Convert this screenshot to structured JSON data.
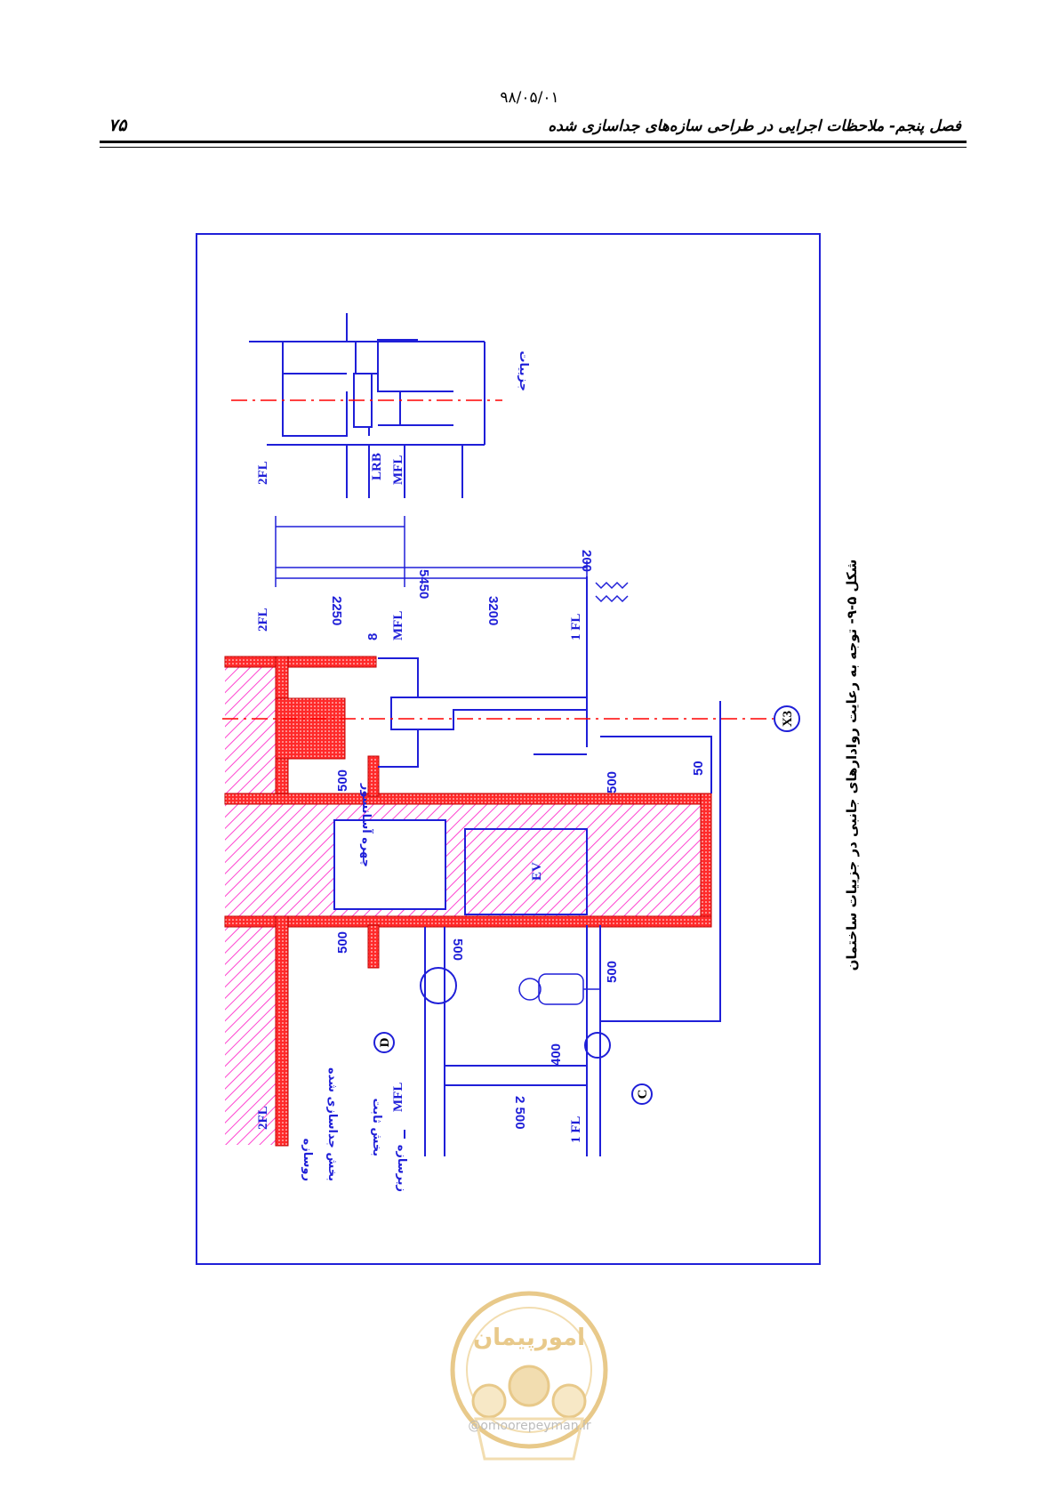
{
  "header": {
    "date": "۹۸/۰۵/۰۱",
    "chapter_title": "فصل پنجم- ملاحظات اجرایی در طراحی سازه‌های جداسازی شده",
    "page_number": "۷۵"
  },
  "figure": {
    "caption": "شکل ۵-۹- توجه به رعایت روادارهای جانبی در جزییات ساختمان",
    "labels": {
      "level_2fl": "2FL",
      "level_mfl": "MFL",
      "level_1fl": "1 FL",
      "lrb": "LRB",
      "ev": "EV",
      "axis_x3": "X3",
      "detail_c": "C",
      "detail_d": "D",
      "dim_2250": "2250",
      "dim_3200": "3200",
      "dim_5450": "5450",
      "dim_200": "200",
      "dim_500_a": "500",
      "dim_500_b": "500",
      "dim_500_c": "500",
      "dim_500_d": "500",
      "dim_500_e": "500",
      "dim_50": "50",
      "dim_400": "400",
      "dim_2500": "2 500",
      "dim_8": "8",
      "detail_title": "جزییات",
      "shaft_label": "چهره آسانسور",
      "upper_part": "روسازه",
      "isolated_part": "بخش جداسازی شده",
      "fixed_part": "بخش ثابت",
      "substructure": "زیرسازه"
    }
  },
  "watermark": {
    "url": "@omoorepeyman.ir",
    "logo_text": "امورپیمان"
  },
  "colors": {
    "frame": "#1f1fd8",
    "line": "#1f1fd8",
    "fill": "#ff2a2a",
    "hatch": "#ff44d0",
    "axis": "#ff0000",
    "watermark": "#e8c98a"
  }
}
